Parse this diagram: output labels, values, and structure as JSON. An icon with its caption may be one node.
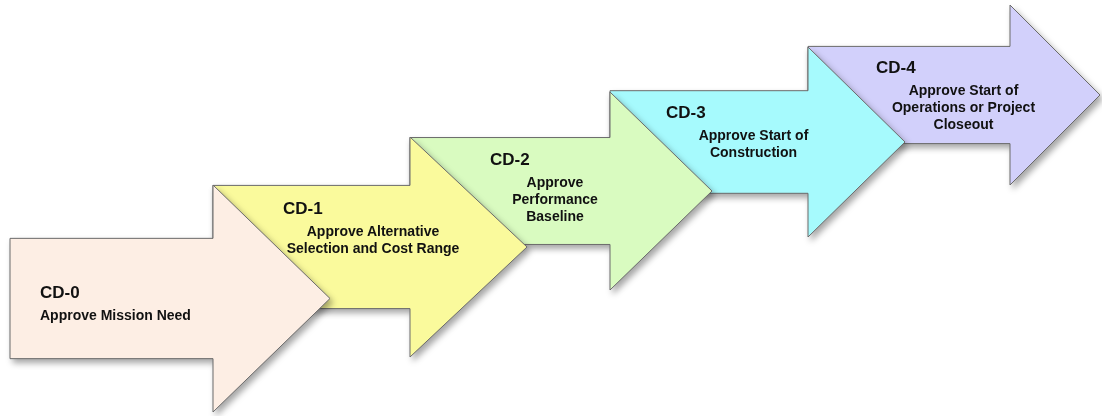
{
  "diagram": {
    "nodes": [
      {
        "text": [
          "CD-0",
          "Approve Mission Need"
        ]
      },
      {
        "text": [
          "CD-1",
          "Approve Alternative Selection and Cost Range"
        ]
      },
      {
        "text": [
          "CD-2",
          "Approve Performance Baseline"
        ]
      },
      {
        "text": [
          "CD-3",
          "Approve Start of Construction"
        ]
      },
      {
        "text": [
          "CD-4",
          "Approve Start of Operations or Project Closeout"
        ]
      }
    ]
  }
}
